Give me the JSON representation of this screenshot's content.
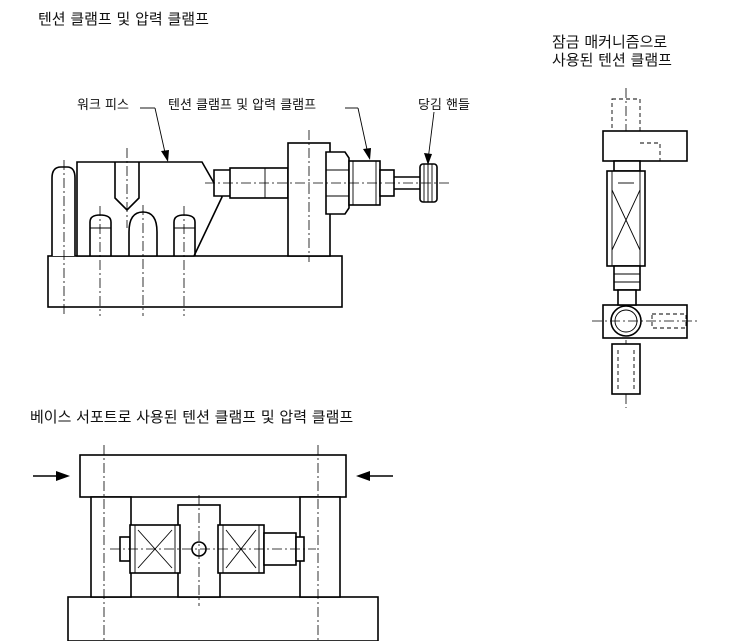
{
  "titles": {
    "top_left": "텐션 클램프 및 압력 클램프",
    "top_right_line1": "잠금 매커니즘으로",
    "top_right_line2": "사용된 텐션 클램프",
    "bottom": "베이스 서포트로 사용된 텐션 클램프 및 압력 클램프"
  },
  "callouts": {
    "workpiece": "워크 피스",
    "clamp": "텐션 클램프 및 압력 클램프",
    "pull_handle": "당김 핸들"
  }
}
